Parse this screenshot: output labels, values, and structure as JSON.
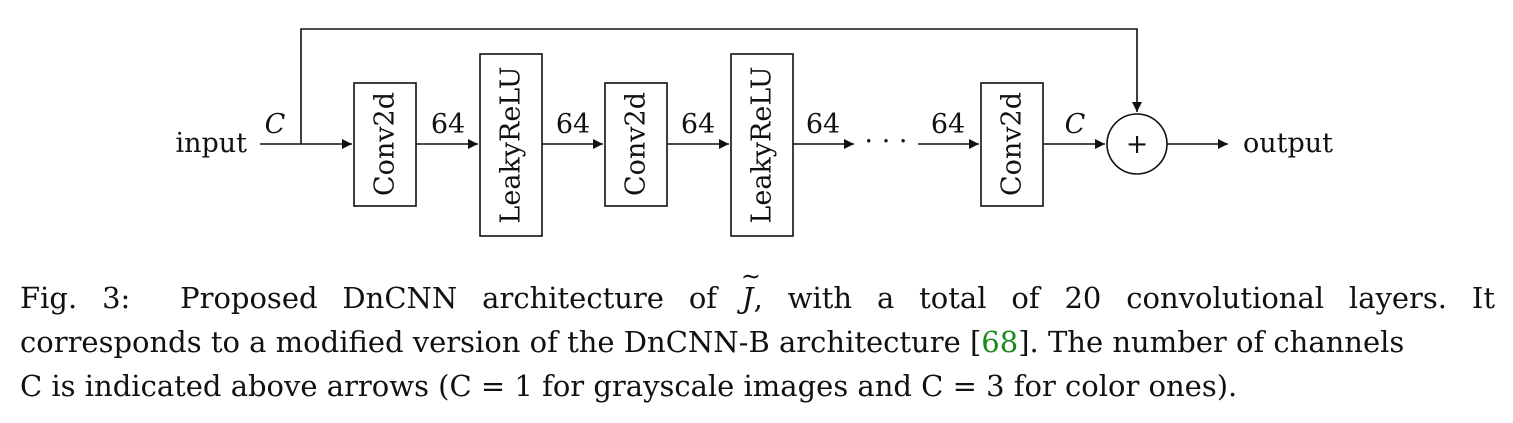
{
  "diagram": {
    "input_label": "input",
    "output_label": "output",
    "channel_in": "C",
    "channel_out": "C",
    "channels": [
      "64",
      "64",
      "64",
      "64",
      "64"
    ],
    "blocks": [
      "Conv2d",
      "LeakyReLU",
      "Conv2d",
      "LeakyReLU",
      "Conv2d"
    ],
    "ellipsis": "· · ·",
    "sum_symbol": "+"
  },
  "caption": {
    "fig_label": "Fig. 3:",
    "line1_a": "Proposed DnCNN architecture of",
    "symbol": "J",
    "line1_b": ", with a total of 20 convolutional layers.  It",
    "line2_a": "corresponds to a modified version of the DnCNN-B architecture [",
    "ref": "68",
    "line2_b": "]. The number of channels",
    "line3": "C is indicated above arrows (C = 1 for grayscale images and C = 3 for color ones)."
  }
}
